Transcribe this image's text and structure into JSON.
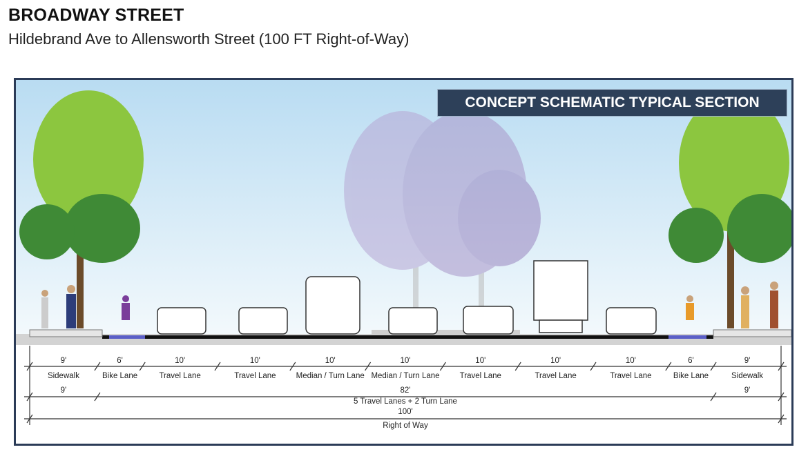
{
  "header": {
    "title": "BROADWAY STREET",
    "subtitle": "Hildebrand Ave to Allensworth Street (100 FT Right-of-Way)"
  },
  "badge": "CONCEPT SCHEMATIC TYPICAL SECTION",
  "colors": {
    "frame": "#2b3b57",
    "badge": "#2d4059",
    "bike_lane": "#5b5fc7",
    "tree": "#8cc63f"
  },
  "segments": [
    {
      "width": "9'",
      "feet": 9,
      "label": "Sidewalk"
    },
    {
      "width": "6'",
      "feet": 6,
      "label": "Bike Lane"
    },
    {
      "width": "10'",
      "feet": 10,
      "label": "Travel Lane"
    },
    {
      "width": "10'",
      "feet": 10,
      "label": "Travel Lane"
    },
    {
      "width": "10'",
      "feet": 10,
      "label": "Median / Turn Lane"
    },
    {
      "width": "10'",
      "feet": 10,
      "label": "Median / Turn Lane"
    },
    {
      "width": "10'",
      "feet": 10,
      "label": "Travel Lane"
    },
    {
      "width": "10'",
      "feet": 10,
      "label": "Travel Lane"
    },
    {
      "width": "10'",
      "feet": 10,
      "label": "Travel Lane"
    },
    {
      "width": "6'",
      "feet": 6,
      "label": "Bike Lane"
    },
    {
      "width": "9'",
      "feet": 9,
      "label": "Sidewalk"
    }
  ],
  "row2": {
    "left": "9'",
    "center": "82'",
    "center_label": "5 Travel Lanes + 2 Turn Lane",
    "right": "9'"
  },
  "row3": {
    "value": "100'",
    "label": "Right of Way"
  }
}
